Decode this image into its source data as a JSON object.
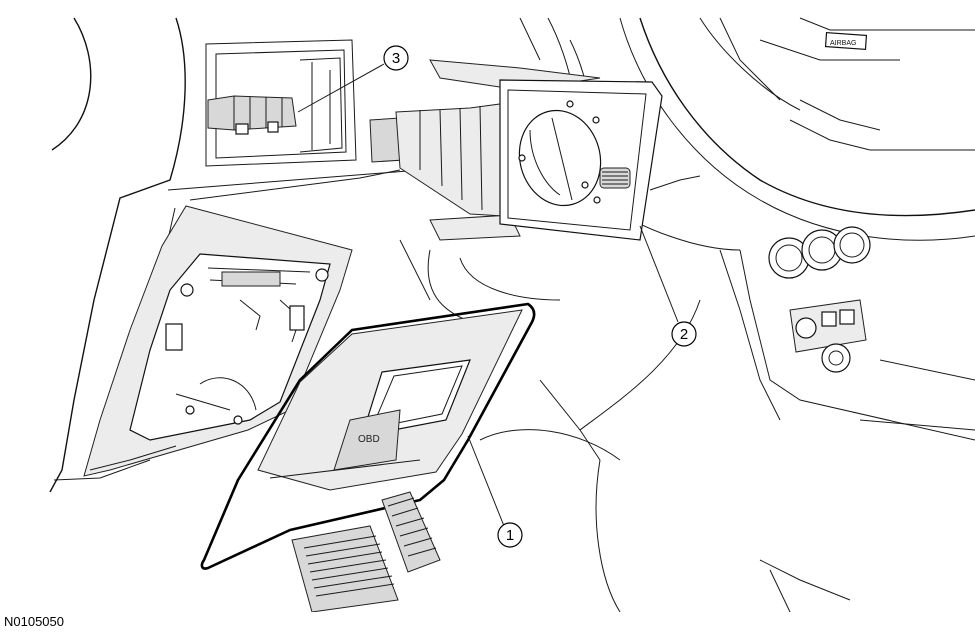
{
  "callouts": [
    {
      "id": "1",
      "label": "1",
      "part": "panel"
    },
    {
      "id": "2",
      "label": "2",
      "part": "headlamp-switch"
    },
    {
      "id": "3",
      "label": "3",
      "part": "connector"
    }
  ],
  "panel_label": "OBD",
  "airbag_label": "AIRBAG",
  "figure_id": "N0105050"
}
